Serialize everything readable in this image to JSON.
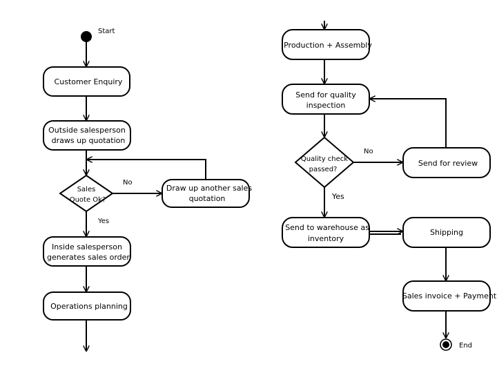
{
  "nodes": {
    "start": "Start",
    "customer_enquiry": "Customer Enquiry",
    "outside_sales": [
      "Outside salesperson",
      "draws up quotation"
    ],
    "sales_quote_ok": [
      "Sales",
      "Quote Ok?"
    ],
    "draw_another": [
      "Draw up another sales",
      "quotation"
    ],
    "inside_sales": [
      "Inside salesperson",
      "generates sales order"
    ],
    "operations_planning": "Operations planning",
    "production": "Production + Assembly",
    "quality_inspection": [
      "Send for quality",
      "inspection"
    ],
    "quality_check": [
      "Quality check",
      "passed?"
    ],
    "send_review": "Send for review",
    "warehouse": [
      "Send to warehouse as",
      "inventory"
    ],
    "shipping": "Shipping",
    "sales_invoice": "Sales invoice + Payment",
    "end": "End"
  },
  "edge_labels": {
    "quote_no": "No",
    "quote_yes": "Yes",
    "quality_no": "No",
    "quality_yes": "Yes"
  }
}
